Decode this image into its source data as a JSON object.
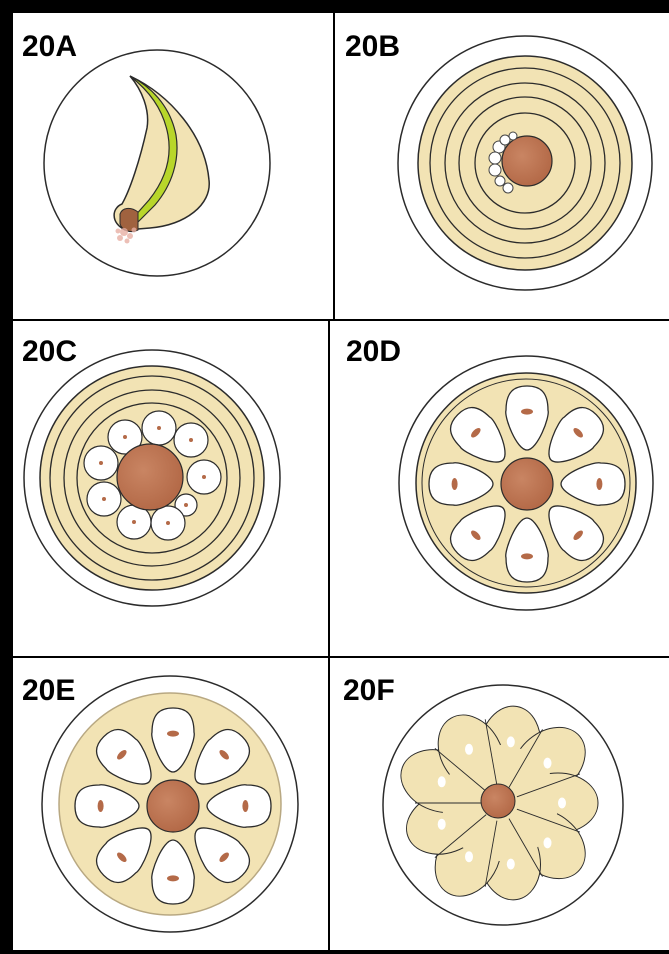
{
  "panels": [
    {
      "label": "20A"
    },
    {
      "label": "20B"
    },
    {
      "label": "20C"
    },
    {
      "label": "20D"
    },
    {
      "label": "20E"
    },
    {
      "label": "20F"
    }
  ],
  "colors": {
    "tissue": "#f2e3b4",
    "yolk": "#c07653",
    "cell": "#ffffff",
    "outline": "#2b2b2b",
    "leaf_green": "#b8d62a",
    "border": "#000000"
  }
}
